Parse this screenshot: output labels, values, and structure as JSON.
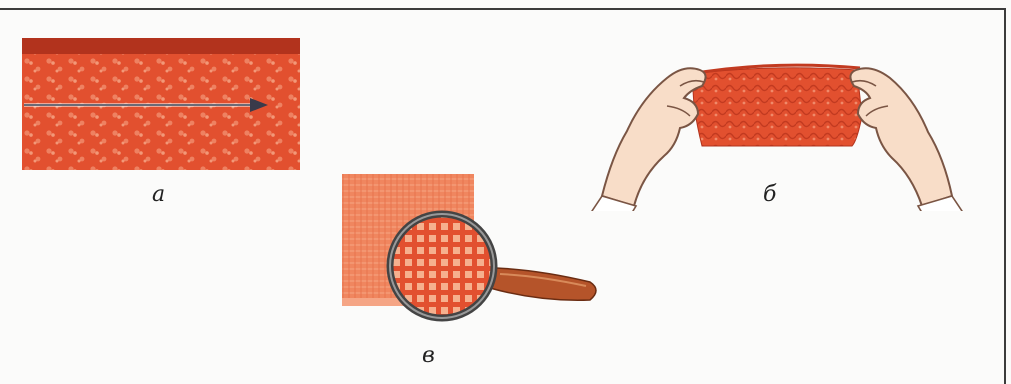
{
  "captions": {
    "a": "а",
    "b": "б",
    "v": "в"
  },
  "colors": {
    "fabric": "#e2502f",
    "fabric_edge": "#b2331d",
    "fabric_pattern": "#f08a6a",
    "weave_light": "#f6b08e",
    "skin": "#f8ddc8",
    "skin_outline": "#7a5544",
    "magnifier_handle": "#b5542a"
  },
  "icons": {
    "fabric_a": "fabric-swatch-with-arrow",
    "fabric_b": "hands-stretching-fabric",
    "fabric_v": "fabric-under-magnifier"
  }
}
